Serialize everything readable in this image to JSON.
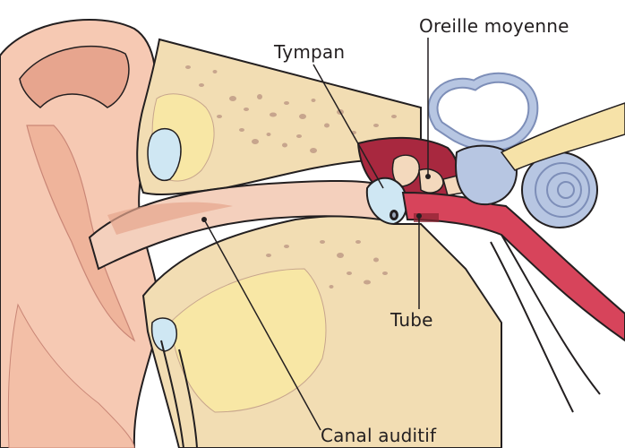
{
  "labels": {
    "tympan": "Tympan",
    "oreille_moyenne": "Oreille moyenne",
    "tube": "Tube",
    "canal_auditif": "Canal auditif"
  },
  "colors": {
    "skin": "#f6c9b3",
    "skin_shadow": "#e7a58e",
    "skin_dark": "#c98676",
    "canal": "#f4d0bd",
    "bone": "#f2ddb3",
    "bone_inner": "#f8e7a5",
    "bone_speck": "#c7a58d",
    "middle_ear": "#a8283f",
    "tube": "#d7445b",
    "inner_ear": "#b7c6e2",
    "inner_ear_edge": "#7d8eb8",
    "nerve": "#f6e2a8",
    "eardrum": "#cfe7f3",
    "ossicle": "#f3d9bd",
    "outline": "#231f20",
    "leader": "#231f20"
  }
}
